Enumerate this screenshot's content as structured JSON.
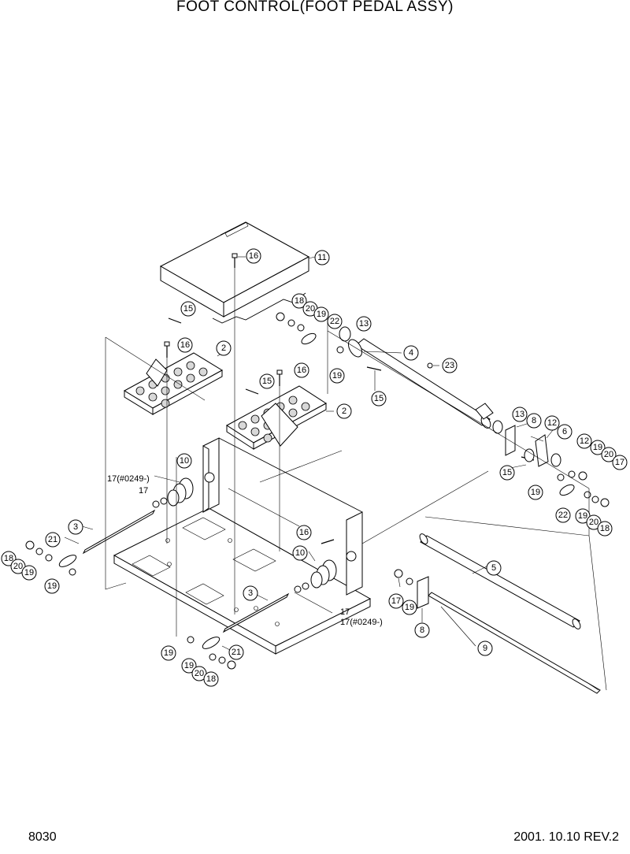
{
  "title": "FOOT CONTROL(FOOT PEDAL ASSY)",
  "page_number": "8030",
  "revision": "2001. 10.10  REV.2",
  "callouts": {
    "c11": "11",
    "c16a": "16",
    "c15a": "15",
    "c16b": "16",
    "c2a": "2",
    "c18a": "18",
    "c20a": "20",
    "c19a": "19",
    "c22a": "22",
    "c13a": "13",
    "c4": "4",
    "c23": "23",
    "c19b": "19",
    "c15b": "15",
    "c16c": "16",
    "c15c": "15",
    "c2b": "2",
    "c13b": "13",
    "c8a": "8",
    "c12a": "12",
    "c6": "6",
    "c12b": "12",
    "c19c": "19",
    "c20b": "20",
    "c17a": "17",
    "c15d": "15",
    "c19d": "19",
    "c22b": "22",
    "c19e": "19",
    "c20c": "20",
    "c18b": "18",
    "c10a": "10",
    "c3a": "3",
    "c21a": "21",
    "c18c": "18",
    "c20d": "20",
    "c19f": "19",
    "c19g": "19",
    "c16d": "16",
    "c10b": "10",
    "c5": "5",
    "c3b": "3",
    "c17b": "17",
    "c19h": "19",
    "c8b": "8",
    "c9": "9",
    "c19i": "19",
    "c21b": "21",
    "c19j": "19",
    "c20e": "20",
    "c18d": "18"
  },
  "labels": {
    "l17_0249_left": "17(#0249-)",
    "l17_left": "17",
    "l17_right": "17",
    "l17_0249_right": "17(#0249-)"
  }
}
